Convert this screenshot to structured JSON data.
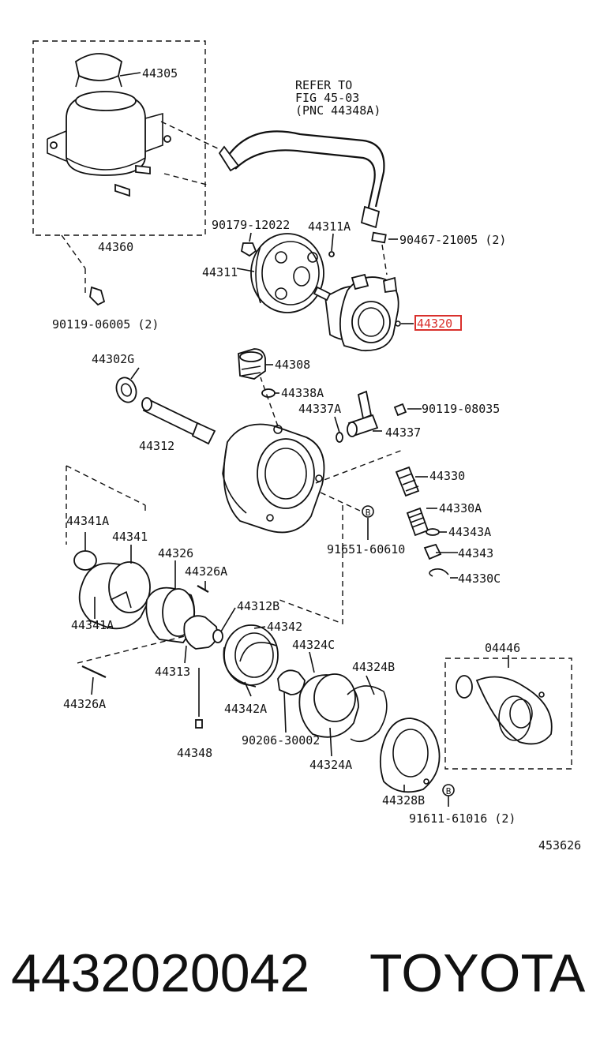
{
  "refer_note": [
    "REFER TO",
    "FIG 45-03",
    "(PNC 44348A)"
  ],
  "parts": {
    "p44305": "44305",
    "p44360": "44360",
    "p90119a": "90119-06005 (2)",
    "p90179": "90179-12022",
    "p44311A": "44311A",
    "p90467": "90467-21005 (2)",
    "p44311": "44311",
    "p44320": "44320",
    "p44302G": "44302G",
    "p44308": "44308",
    "p44338A": "44338A",
    "p44337A": "44337A",
    "p90119b": "90119-08035",
    "p44312": "44312",
    "p44337": "44337",
    "p44330": "44330",
    "p44330A": "44330A",
    "p91651": "91651-60610",
    "p44343A": "44343A",
    "p44343": "44343",
    "p44330C": "44330C",
    "p44341A_top": "44341A",
    "p44341": "44341",
    "p44326": "44326",
    "p44326A_top": "44326A",
    "p44312B": "44312B",
    "p44342": "44342",
    "p44341A_bot": "44341A",
    "p44313": "44313",
    "p44324C": "44324C",
    "p44324B": "44324B",
    "p04446": "04446",
    "p44342A": "44342A",
    "p44326A_bot": "44326A",
    "p90206": "90206-30002",
    "p44324A": "44324A",
    "p44348": "44348",
    "p44328B": "44328B",
    "p91611": "91611-61016 (2)"
  },
  "bolt_mark": "B",
  "figure_number": "453626",
  "highlight_color": "#d9302c",
  "footer": {
    "part_number": "4432020042",
    "brand": "TOYOTA"
  }
}
